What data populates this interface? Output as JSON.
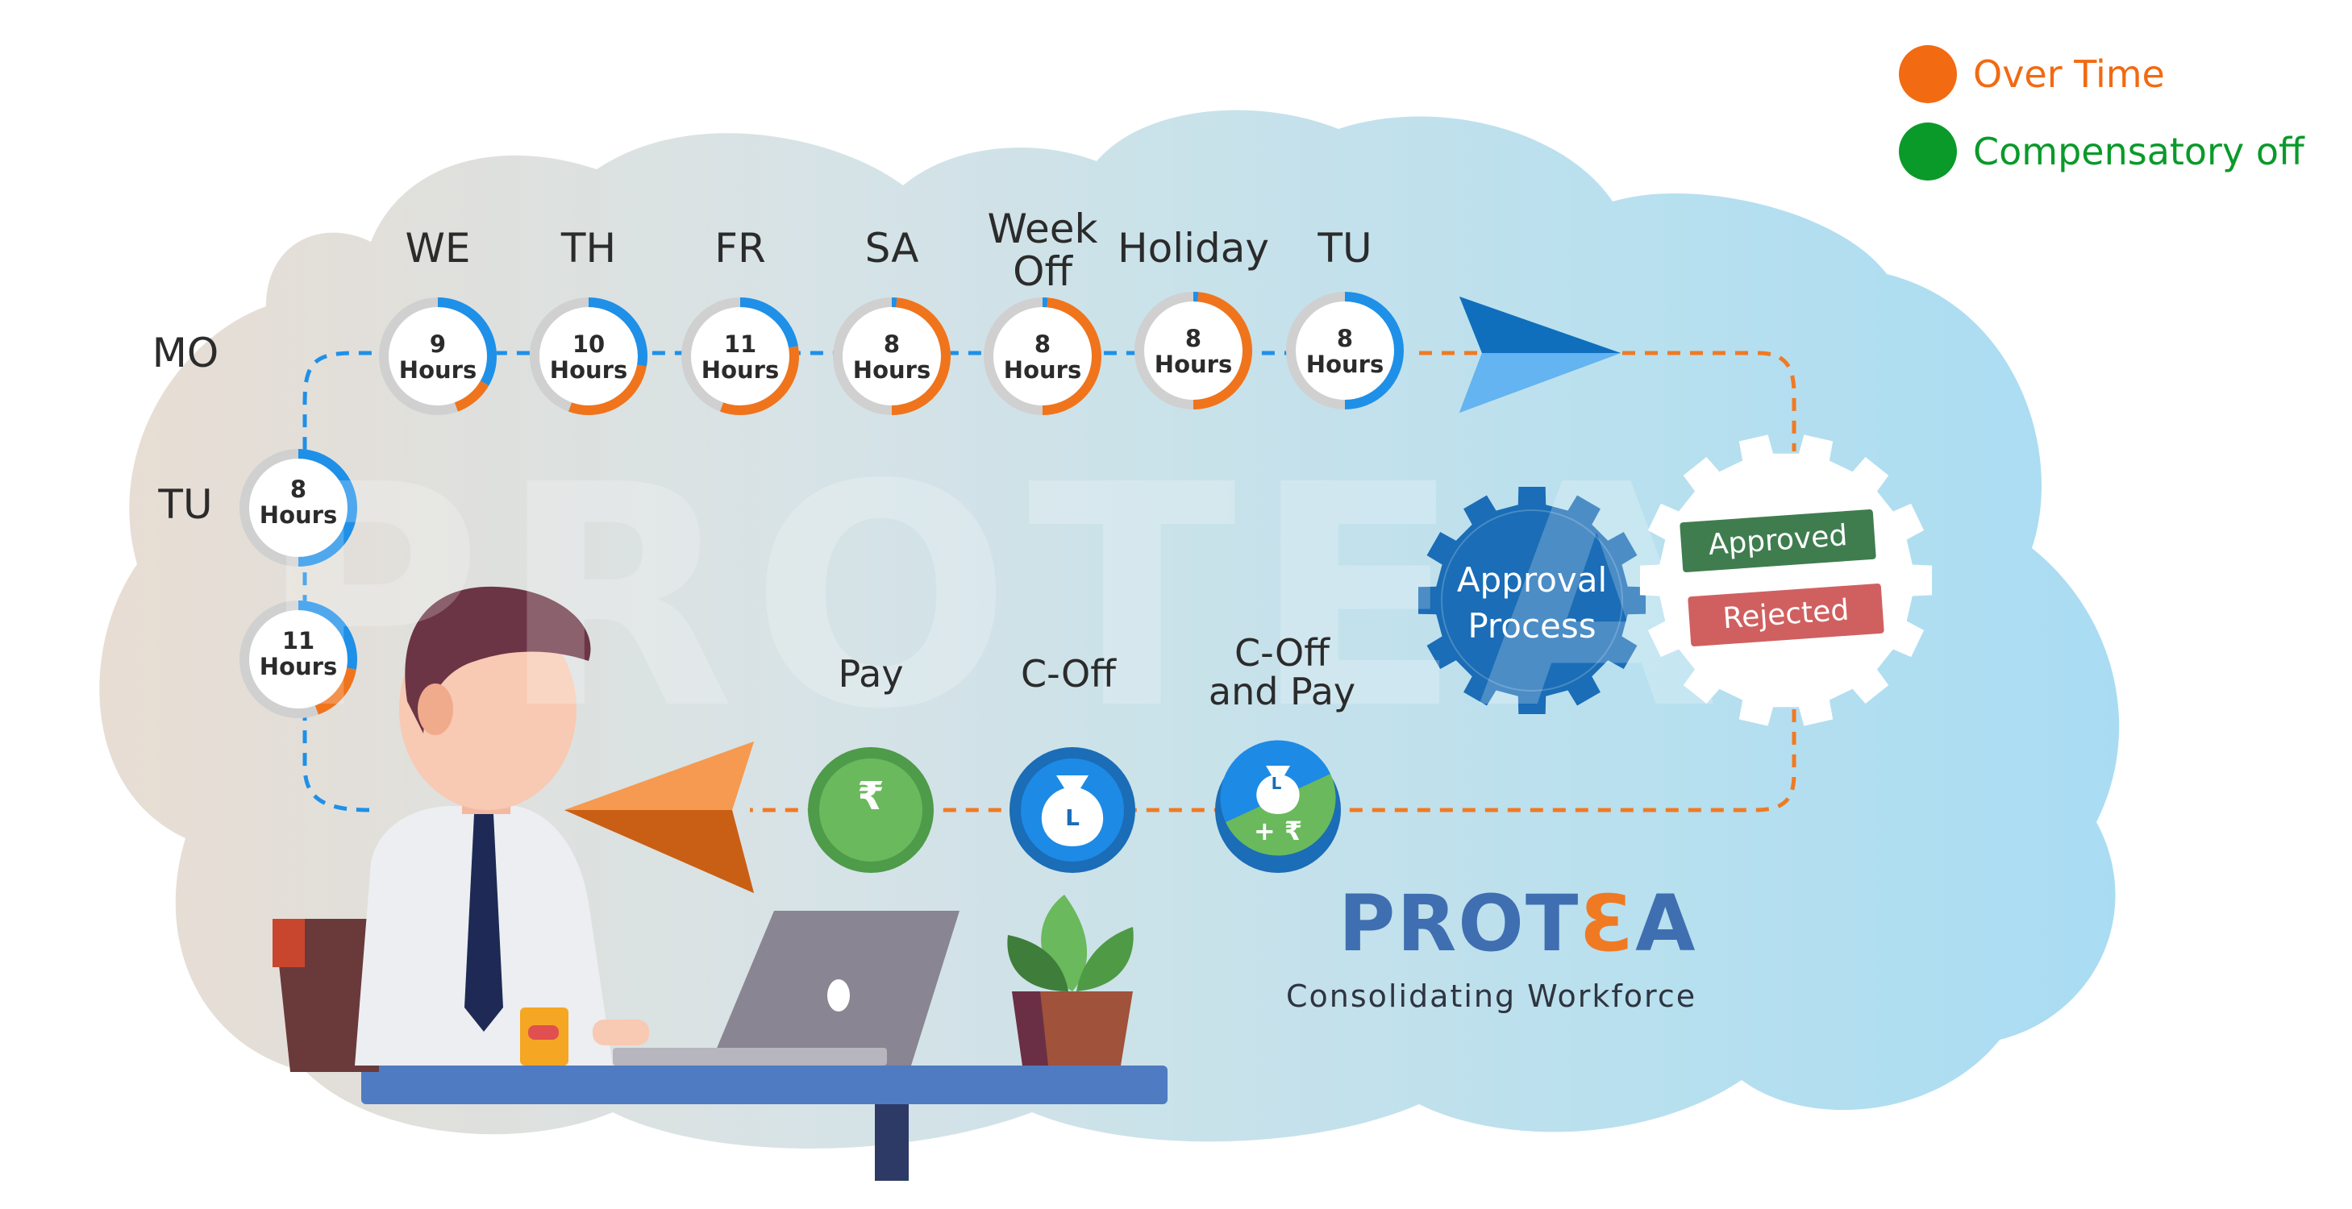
{
  "legend": [
    {
      "label": "Over Time",
      "color": "#f26a12"
    },
    {
      "label": "Compensatory off",
      "color": "#0a9a2a"
    }
  ],
  "days": [
    {
      "day": "MO",
      "value": "11",
      "unit": "Hours"
    },
    {
      "day": "TU",
      "value": "8",
      "unit": "Hours"
    },
    {
      "day": "WE",
      "value": "9",
      "unit": "Hours"
    },
    {
      "day": "TH",
      "value": "10",
      "unit": "Hours"
    },
    {
      "day": "FR",
      "value": "11",
      "unit": "Hours"
    },
    {
      "day": "SA",
      "value": "8",
      "unit": "Hours"
    },
    {
      "day": "Week Off",
      "value": "8",
      "unit": "Hours"
    },
    {
      "day": "Holiday",
      "value": "8",
      "unit": "Hours"
    },
    {
      "day": "TU",
      "value": "8",
      "unit": "Hours"
    }
  ],
  "approval": {
    "process_line1": "Approval",
    "process_line2": "Process",
    "approved": "Approved",
    "rejected": "Rejected"
  },
  "outcomes": [
    {
      "label": "Pay",
      "icon": "rupee-icon"
    },
    {
      "label": "C-Off",
      "icon": "leave-bag-icon"
    },
    {
      "label": "C-Off and Pay",
      "icon": "leave-bag-plus-rupee-icon"
    }
  ],
  "outcome_labels": {
    "coff_pay_line1": "C-Off",
    "coff_pay_line2": "and Pay",
    "rupee_glyph": "₹",
    "plus_rupee": "+ ₹",
    "bag_letter": "L"
  },
  "brand": {
    "name_part1": "PROT",
    "name_part2": "A",
    "tagline": "Consolidating Workforce",
    "watermark": "PROTEA"
  },
  "colors": {
    "overtime": "#f26a12",
    "compoff": "#0a9a2a",
    "ring_blue": "#1e90e8",
    "ring_orange": "#f0741c",
    "ring_grey": "#d0d0d0",
    "gear_blue": "#1a6db6",
    "approved_green": "#3f7d4f",
    "rejected_red": "#d06060"
  }
}
